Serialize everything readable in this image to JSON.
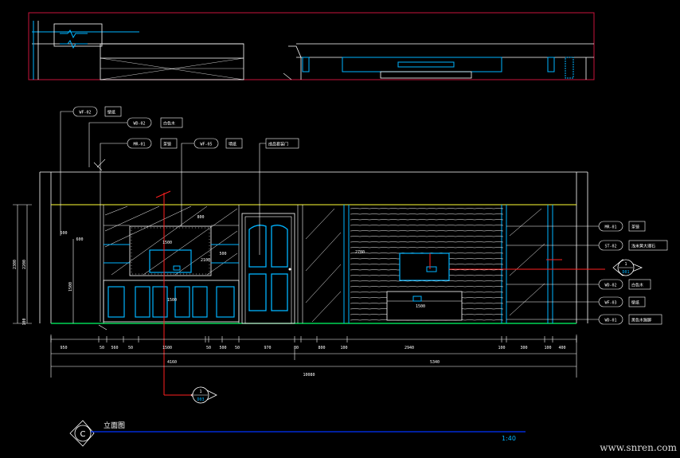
{
  "plan": {
    "annotation_tags": [
      "WF-02",
      "WD-02",
      "MR-01",
      "WF-05"
    ],
    "annotation_notes": [
      "壁纸",
      "白色木",
      "茶镜",
      "墙纸",
      "成品套装门"
    ],
    "right_tags": [
      "MR-01",
      "ST-02",
      "WD-02",
      "WF-03",
      "WD-01"
    ],
    "right_notes": [
      "茶镜",
      "浅米黄大理石",
      "白色木",
      "壁纸",
      "黑色木踢脚"
    ]
  },
  "dims": {
    "bottom_row1": [
      "950",
      "50",
      "560",
      "50",
      "1500",
      "50",
      "500",
      "50",
      "970",
      "80",
      "800",
      "100",
      "2940",
      "100",
      "300",
      "100",
      "400"
    ],
    "bottom_row2": [
      "4160",
      "5340"
    ],
    "bottom_row3": [
      "10080"
    ],
    "left": [
      "2300",
      "2200",
      "1500",
      "100"
    ],
    "interior": [
      "500",
      "1500",
      "500",
      "2100",
      "1500",
      "800",
      "2780",
      "1500",
      "600"
    ]
  },
  "callouts": {
    "right_section": {
      "number": "1",
      "sheet": "D01"
    },
    "bottom_section": {
      "number": "1",
      "sheet": "D03"
    },
    "title_symbol": "C"
  },
  "title": {
    "name": "立面图",
    "scale": "1:40"
  },
  "watermark": "www.snren.com",
  "colors": {
    "background": "#000000",
    "outline": "#ffffff",
    "cyan": "#00b4ff",
    "red": "#ff2020",
    "yellow": "#ffff33",
    "green": "#00ff66",
    "blue": "#0033ff",
    "frame": "#c8143c"
  }
}
